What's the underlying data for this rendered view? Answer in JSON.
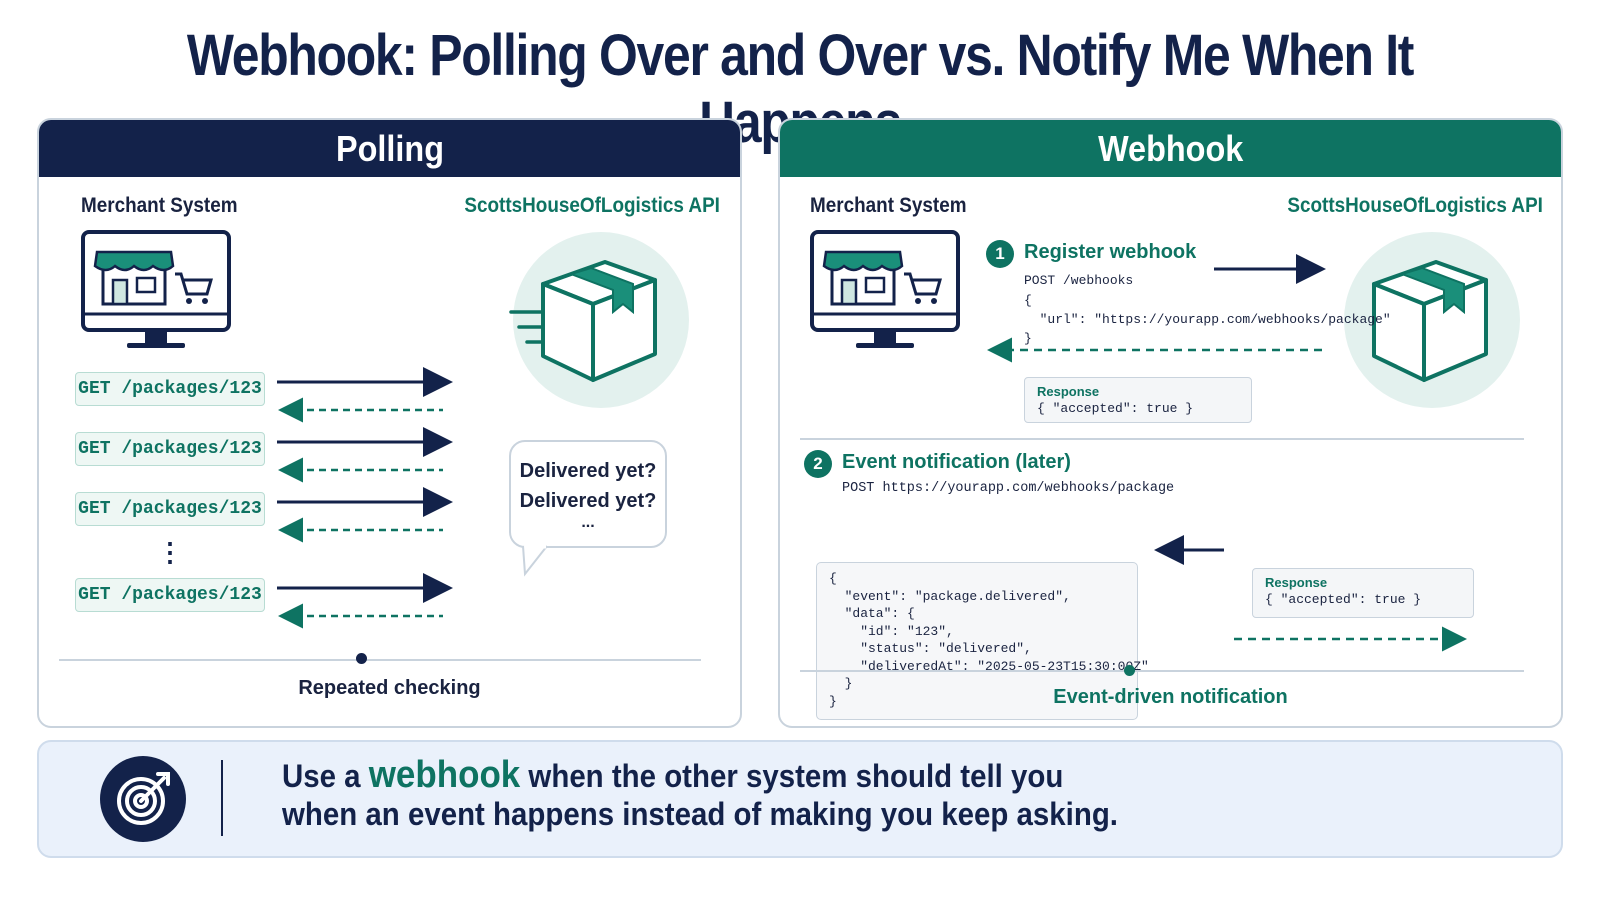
{
  "title": "Webhook: Polling Over and Over vs. Notify Me When It Happens",
  "colors": {
    "navy": "#13224a",
    "teal": "#0e7362",
    "light_teal": "#e3f1ee",
    "border": "#c9d3dd"
  },
  "polling": {
    "header": "Polling",
    "client_label": "Merchant System",
    "api_label": "ScottsHouseOfLogistics API",
    "requests": [
      "GET /packages/123",
      "GET /packages/123",
      "GET /packages/123",
      "GET /packages/123"
    ],
    "ellipsis": "⋮",
    "bubble_lines": [
      "Delivered yet?",
      "Delivered yet?",
      "..."
    ],
    "caption": "Repeated checking"
  },
  "webhook": {
    "header": "Webhook",
    "client_label": "Merchant System",
    "api_label": "ScottsHouseOfLogistics API",
    "step1": {
      "number": "1",
      "title": "Register webhook",
      "request_line": "POST /webhooks",
      "body_lines": [
        "{",
        "  \"url\": \"https://yourapp.com/webhooks/package\"",
        "}"
      ],
      "response_label": "Response",
      "response_value": "{ \"accepted\": true }"
    },
    "step2": {
      "number": "2",
      "title": "Event notification (later)",
      "request_line": "POST https://yourapp.com/webhooks/package",
      "json_lines": [
        "{",
        "  \"event\": \"package.delivered\",",
        "  \"data\": {",
        "    \"id\": \"123\",",
        "    \"status\": \"delivered\",",
        "    \"deliveredAt\": \"2025-05-23T15:30:00Z\"",
        "  }",
        "}"
      ],
      "response_label": "Response",
      "response_value": "{ \"accepted\": true }"
    },
    "caption": "Event-driven notification"
  },
  "summary": {
    "icon": "target-icon",
    "prefix": "Use a ",
    "highlight": "webhook",
    "line1_rest": " when the other system should tell you",
    "line2": "when an event happens instead of making you keep asking."
  }
}
